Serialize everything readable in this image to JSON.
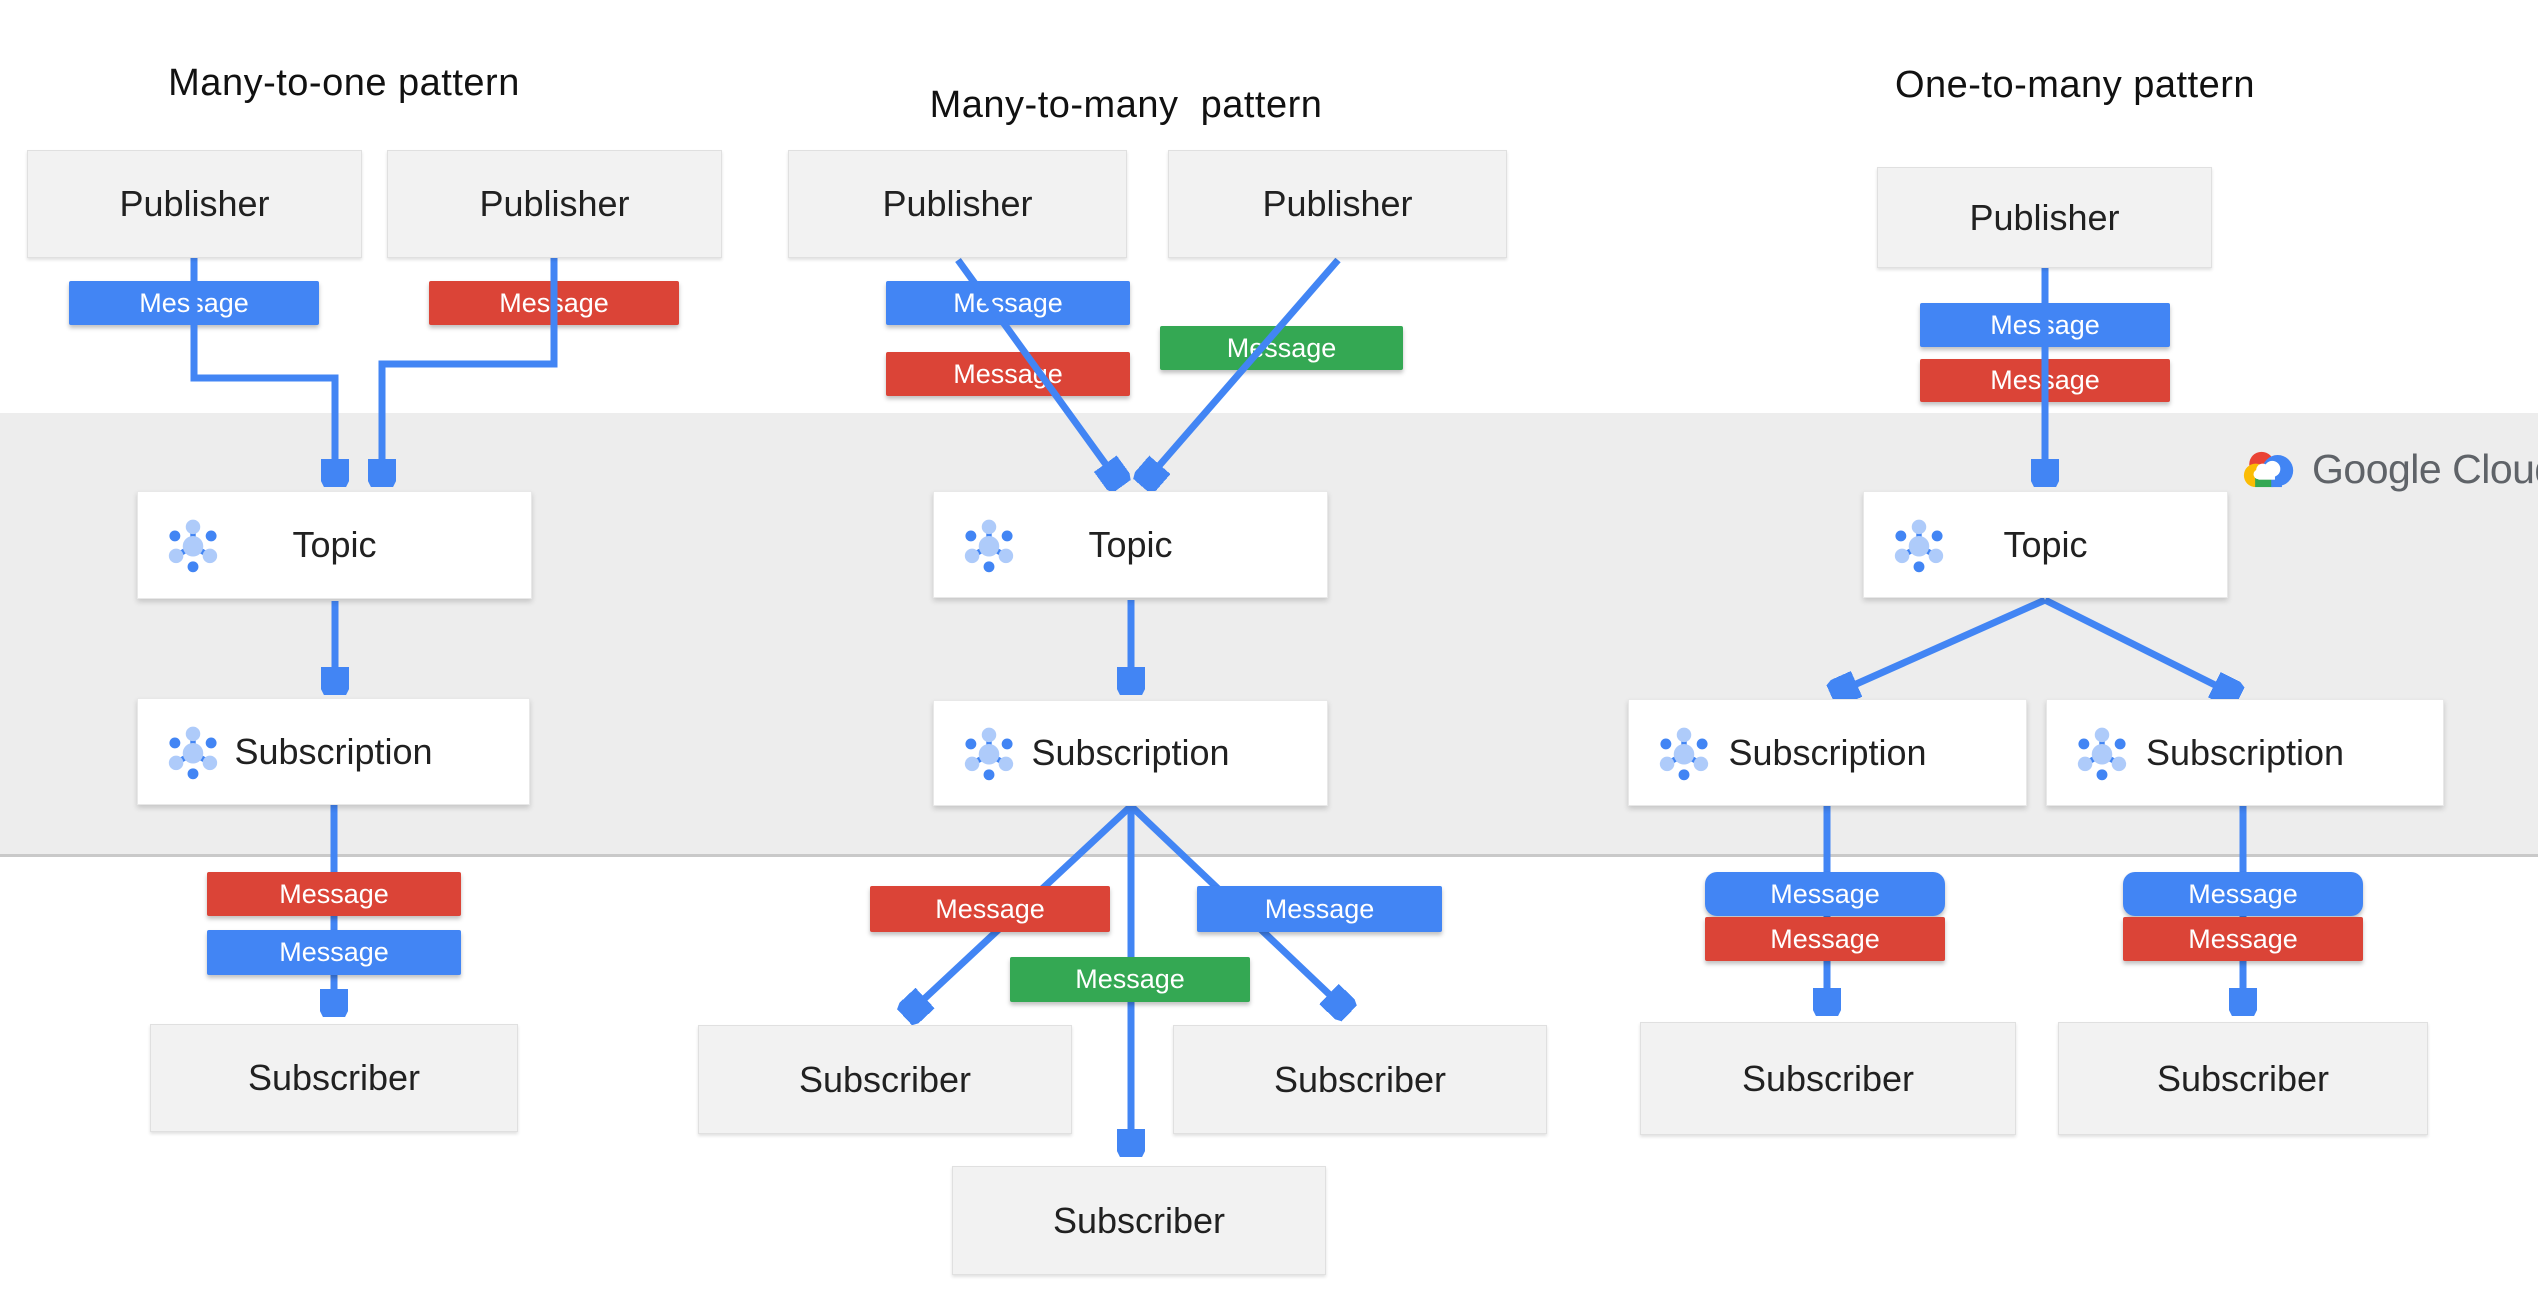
{
  "colors": {
    "blue": "#4285F4",
    "red": "#DB4437",
    "green": "#34A853",
    "band": "#EDEDED",
    "bandBorder": "#C9C9C9",
    "grayBoxFill": "#F2F2F2",
    "grayBoxBorder": "#E0E0E0",
    "whiteBoxBorder": "#E8E8E8",
    "label": "#212121",
    "title": "#111111",
    "logoGray": "#5F6368",
    "iconLight": "#AECBFA",
    "logoRed": "#EA4335",
    "logoBlue": "#4285F4",
    "logoYellow": "#FBBC05",
    "logoGreen": "#34A853"
  },
  "patterns": [
    {
      "title": "Many-to-one pattern",
      "publishers": [
        "Publisher",
        "Publisher"
      ],
      "topic": "Topic",
      "subscriptions": [
        "Subscription"
      ],
      "subscribers": [
        "Subscriber"
      ],
      "messages": {
        "top": [
          {
            "text": "Message",
            "color": "blue"
          },
          {
            "text": "Message",
            "color": "red"
          }
        ],
        "bottom": [
          {
            "text": "Message",
            "color": "red"
          },
          {
            "text": "Message",
            "color": "blue"
          }
        ]
      }
    },
    {
      "title": "Many-to-many  pattern",
      "publishers": [
        "Publisher",
        "Publisher"
      ],
      "topic": "Topic",
      "subscriptions": [
        "Subscription"
      ],
      "subscribers": [
        "Subscriber",
        "Subscriber",
        "Subscriber"
      ],
      "messages": {
        "top": [
          {
            "text": "Message",
            "color": "blue"
          },
          {
            "text": "Message",
            "color": "red"
          },
          {
            "text": "Message",
            "color": "green"
          }
        ],
        "bottom": [
          {
            "text": "Message",
            "color": "red"
          },
          {
            "text": "Message",
            "color": "green"
          },
          {
            "text": "Message",
            "color": "blue"
          }
        ]
      }
    },
    {
      "title": "One-to-many pattern",
      "publishers": [
        "Publisher"
      ],
      "topic": "Topic",
      "subscriptions": [
        "Subscription",
        "Subscription"
      ],
      "subscribers": [
        "Subscriber",
        "Subscriber"
      ],
      "messages": {
        "top": [
          {
            "text": "Message",
            "color": "blue"
          },
          {
            "text": "Message",
            "color": "red"
          }
        ],
        "bottom": [
          {
            "text": "Message",
            "color": "blue"
          },
          {
            "text": "Message",
            "color": "red"
          },
          {
            "text": "Message",
            "color": "blue"
          },
          {
            "text": "Message",
            "color": "red"
          }
        ]
      }
    }
  ],
  "logo": {
    "text": "Google Cloud"
  }
}
